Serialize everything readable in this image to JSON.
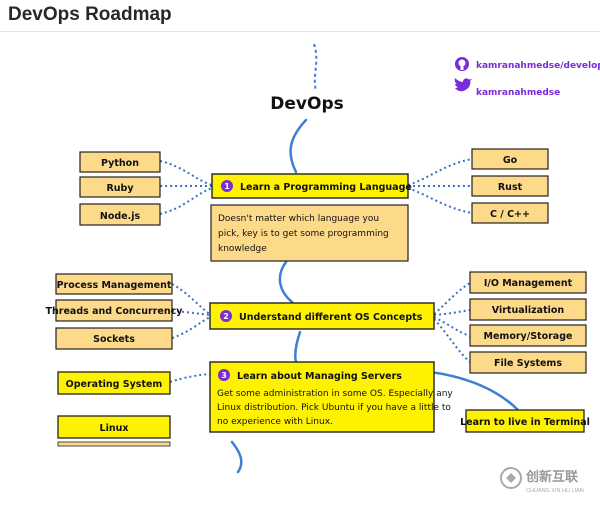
{
  "page": {
    "title": "DevOps Roadmap"
  },
  "diagram": {
    "title": "DevOps",
    "social": [
      {
        "icon": "github-icon",
        "handle": "kamranahmedse/develope",
        "color": "#7b2cd9"
      },
      {
        "icon": "twitter-icon",
        "handle": "kamranahmedse",
        "color": "#7b2cd9"
      }
    ],
    "steps": [
      {
        "number": "1",
        "label": "Learn a Programming Language",
        "description": [
          "Doesn't matter which language you",
          "pick, key is to get some programming",
          "knowledge"
        ],
        "left": [
          "Python",
          "Ruby",
          "Node.js"
        ],
        "right": [
          "Go",
          "Rust",
          "C / C++"
        ]
      },
      {
        "number": "2",
        "label": "Understand different OS Concepts",
        "left": [
          "Process Management",
          "Threads and Concurrency",
          "Sockets"
        ],
        "right": [
          "I/O Management",
          "Virtualization",
          "Memory/Storage",
          "File Systems"
        ]
      },
      {
        "number": "3",
        "label": "Learn about Managing Servers",
        "description": [
          "Get some administration in some OS. Especially any",
          "Linux distribution. Pick Ubuntu if you have a little to",
          "no experience with Linux."
        ],
        "left": [
          "Operating System",
          "Linux"
        ],
        "right": [
          "Learn to live in Terminal"
        ]
      }
    ],
    "colors": {
      "yellow": "#fff200",
      "tan": "#fdd98a",
      "purple": "#7b2cd9",
      "spine": "#3d7fd3",
      "dots": "#3a6fc4"
    }
  },
  "watermark": {
    "brand": "创新互联",
    "sub": "CHUANG XIN HU LIAN"
  }
}
